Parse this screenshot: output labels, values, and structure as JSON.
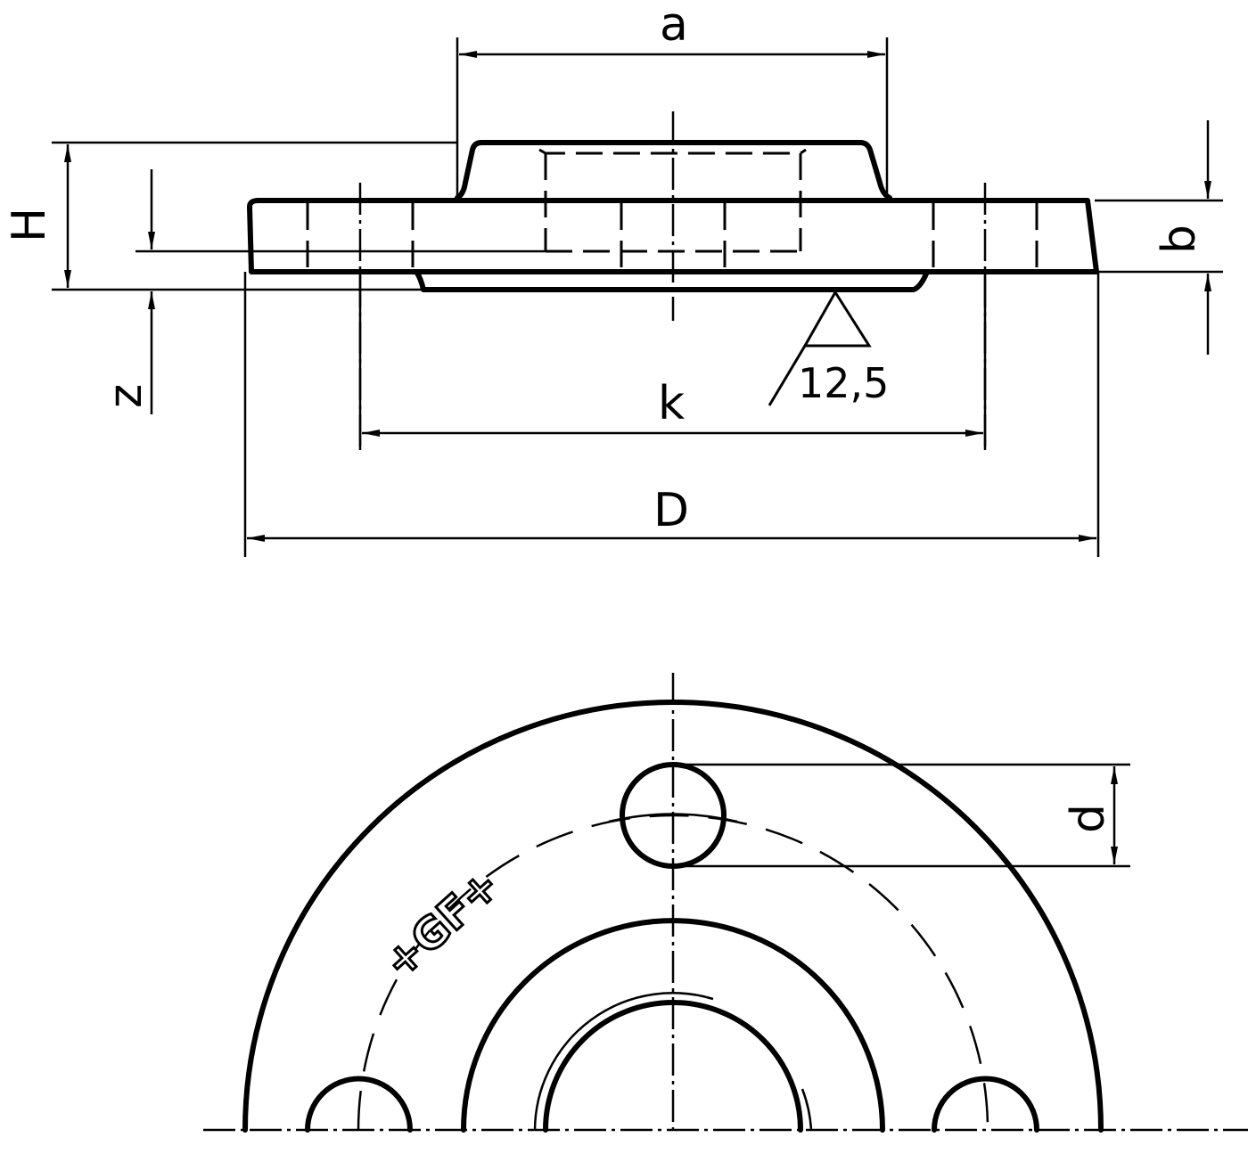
{
  "drawing": {
    "title": "Flange technical drawing",
    "views": [
      "side-section-view",
      "top-half-view"
    ]
  },
  "dimensions": {
    "a": "a",
    "H": "H",
    "z": "z",
    "b": "b",
    "k": "k",
    "D": "D",
    "d": "d"
  },
  "surface_roughness": {
    "value": "12,5"
  },
  "logo": {
    "text": "+GF+"
  },
  "colors": {
    "line": "#000000",
    "background": "#ffffff"
  }
}
